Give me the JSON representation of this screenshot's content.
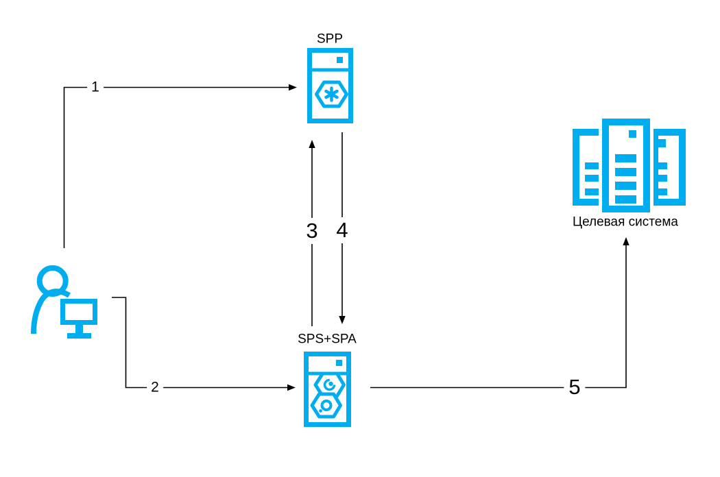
{
  "colors": {
    "accent": "#00AEEF",
    "line": "#000000",
    "background": "#FFFFFF"
  },
  "nodes": {
    "spp": {
      "label": "SPP"
    },
    "sps_spa": {
      "label": "SPS+SPA"
    },
    "target_system": {
      "label": "Целевая система"
    }
  },
  "steps": [
    {
      "label": "1"
    },
    {
      "label": "2"
    },
    {
      "label": "3"
    },
    {
      "label": "4"
    },
    {
      "label": "5"
    }
  ]
}
